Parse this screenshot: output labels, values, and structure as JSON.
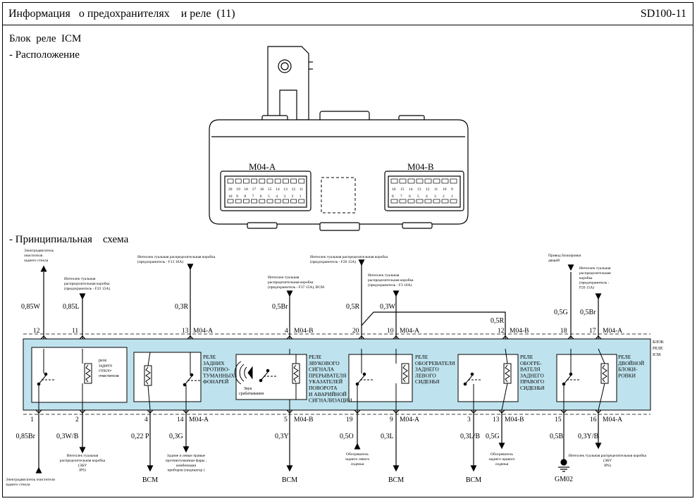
{
  "header": {
    "title": "Информация   о предохранителях    и реле  (11)",
    "code": "SD100-11"
  },
  "section": {
    "title": "Блок  реле  ICM",
    "location": "- Расположение",
    "schematic": "- Принципиальная    схема"
  },
  "connectors": {
    "a": "M04-A",
    "b": "M04-B"
  },
  "pins_a": [
    "20",
    "19",
    "18",
    "17",
    "16",
    "15",
    "14",
    "13",
    "12",
    "11",
    "10",
    "9",
    "8",
    "7",
    "6",
    "5",
    "4",
    "3",
    "2",
    "1"
  ],
  "pins_b": [
    "16",
    "15",
    "14",
    "13",
    "12",
    "11",
    "10",
    "9",
    "8",
    "7",
    "6",
    "5",
    "4",
    "3",
    "2",
    "1"
  ],
  "block_label": [
    "БЛОК",
    "РЕЛЕ",
    "ICM"
  ],
  "relays": [
    [
      "реле",
      "заднего",
      "стекло-",
      "очистителя"
    ],
    [
      "РЕЛЕ",
      "ЗАДНИХ",
      "ПРОТИВО-",
      "ТУМАННЫХ",
      "ФОНАРЕЙ"
    ],
    [
      "РЕЛЕ",
      "ЗВУКОВОГО",
      "СИГНАЛА",
      "ПРЕРЫВАТЕЛЯ",
      "УКАЗАТЕЛЕЙ",
      "ПОВОРОТА",
      "И АВАРИЙНОЙ",
      "СИГНАЛИЗАЦИИ"
    ],
    [
      "РЕЛЕ",
      "ОБОГРЕВАТЕЛЯ",
      "ЗАДНЕГО",
      "ЛЕВОГО",
      "СИДЕНЬЯ"
    ],
    [
      "РЕЛЕ",
      "ОБОГРЕ-",
      "ВАТЕЛЯ",
      "ЗАДНЕГО",
      "ПРАВОГО",
      "СИДЕНЬЯ"
    ],
    [
      "РЕЛЕ",
      "ДВОЙНОЙ",
      "БЛОКИ-",
      "РОВКИ"
    ]
  ],
  "buzzer": [
    "Звук",
    "срабатывания"
  ],
  "top": {
    "p12": {
      "pin": "12",
      "wire": "0,85W",
      "dest": [
        "Электродвигатель",
        "очистителя",
        "заднего  стекла"
      ]
    },
    "p11": {
      "pin": "11",
      "wire": "0,85L",
      "dest": [
        "Интеллек туальная",
        "распределительная   коробка",
        "(предохранитель    - F22 15A)"
      ]
    },
    "p13": {
      "pin": "13",
      "conn": "M04-A",
      "wire": "0,3R",
      "dest": [
        "Интеллек туальная  распределительная    коробка",
        "(предохранитель    - F13 10A)"
      ]
    },
    "p4": {
      "pin": "4",
      "conn": "M04-B",
      "wire": "0,5Br",
      "dest": [
        "Интеллек туальная",
        "распределительная    коробка",
        "(предохранитель    - F37 15A), BCM"
      ]
    },
    "p20": {
      "pin": "20",
      "wire": "0,5R",
      "dest": [
        "Интеллек туальная  распределительная    коробка",
        "(предохранитель    - F26 15A)"
      ]
    },
    "p10": {
      "pin": "10",
      "conn": "M04-A",
      "wire": "0,3W",
      "dest": [
        "Интеллек туальная",
        "распределительная    коробка",
        "(предохранитель    - F3 10A)"
      ]
    },
    "p12b": {
      "pin": "12",
      "conn": "M04-B",
      "wire": "0,5R"
    },
    "p18": {
      "pin": "18",
      "wire": "0,5G",
      "dest": [
        "Привод  блокировки",
        "дверей"
      ]
    },
    "p17": {
      "pin": "17",
      "conn": "M04-A",
      "wire": "0,5Br",
      "dest": [
        "Интеллек туальная",
        "распределительная",
        "коробка",
        "(предохранитель   -",
        "F20 15A)"
      ]
    }
  },
  "bottom": {
    "p1": {
      "pin": "1",
      "wire": "0,85Br",
      "dest": [
        "Электродвигатель  очистителя",
        "заднего  стекла"
      ]
    },
    "p2": {
      "pin": "2",
      "wire": "0,3W/B",
      "dest": [
        "Интеллек туальная",
        "распределительная    коробка",
        "(ЭБУ",
        "IPS)"
      ]
    },
    "p4a": {
      "pin": "4",
      "wire": "0,22 P",
      "dest": "BCM"
    },
    "p14": {
      "pin": "14",
      "conn": "M04-A",
      "wire": "0,3G",
      "dest": [
        "Задние  и левые  правые",
        "противотуманные  фары ,",
        "комбинация",
        "приборов  (индикатор )"
      ]
    },
    "p5": {
      "pin": "5",
      "conn": "M04-B",
      "wire": "0,3Y",
      "dest": "BCM"
    },
    "p19": {
      "pin": "19",
      "wire": "0,5O",
      "dest": [
        "Обогреватель",
        "заднего  левого",
        "сиденья"
      ]
    },
    "p9": {
      "pin": "9",
      "conn": "M04-A",
      "wire": "0,3L",
      "dest": "BCM"
    },
    "p3": {
      "pin": "3",
      "wire": "0,3L/B",
      "dest": "BCM"
    },
    "p13b": {
      "pin": "13",
      "conn": "M04-B",
      "wire": "0,5G",
      "dest": [
        "Обогреватель",
        "заднего  правого",
        "сиденья"
      ]
    },
    "p15": {
      "pin": "15",
      "wire": "0,5B",
      "dest": "GM02"
    },
    "p16": {
      "pin": "16",
      "conn": "M04-A",
      "wire": "0,3Y/B",
      "dest": [
        "Интеллек туальная   распределительная    коробка",
        "(ЭБУ",
        "IPS)"
      ]
    }
  }
}
